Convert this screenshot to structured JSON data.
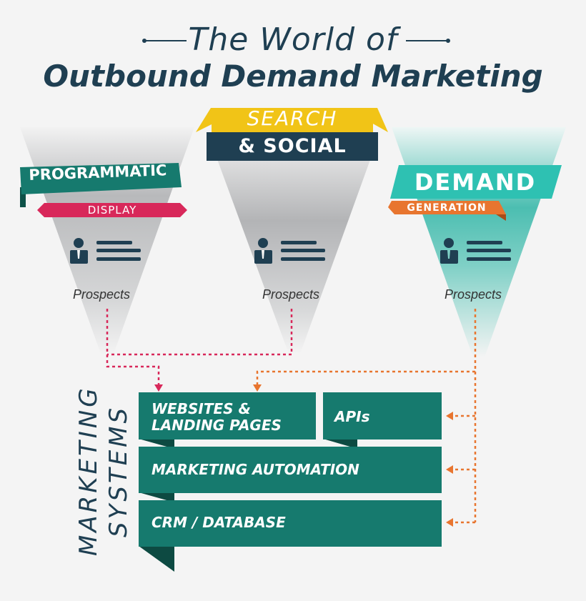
{
  "title": {
    "line1": "The World of",
    "line2": "Outbound Demand Marketing"
  },
  "funnels": [
    {
      "banner": "PROGRAMMATIC",
      "sub": "DISPLAY",
      "prospects": "Prospects"
    },
    {
      "banner": "SEARCH",
      "sub": "& SOCIAL",
      "prospects": "Prospects"
    },
    {
      "banner": "DEMAND",
      "sub": "GENERATION",
      "prospects": "Prospects"
    }
  ],
  "systems": {
    "side_label_1": "MARKETING",
    "side_label_2": "SYSTEMS",
    "websites_line1": "WEBSITES &",
    "websites_line2": "LANDING PAGES",
    "apis": "APIs",
    "automation": "MARKETING AUTOMATION",
    "crm": "CRM / DATABASE"
  },
  "colors": {
    "navy": "#1f3f52",
    "teal": "#167a6e",
    "teal_light": "#2ec1b2",
    "pink": "#d8285a",
    "orange": "#e8752f",
    "yellow": "#f1c417"
  }
}
